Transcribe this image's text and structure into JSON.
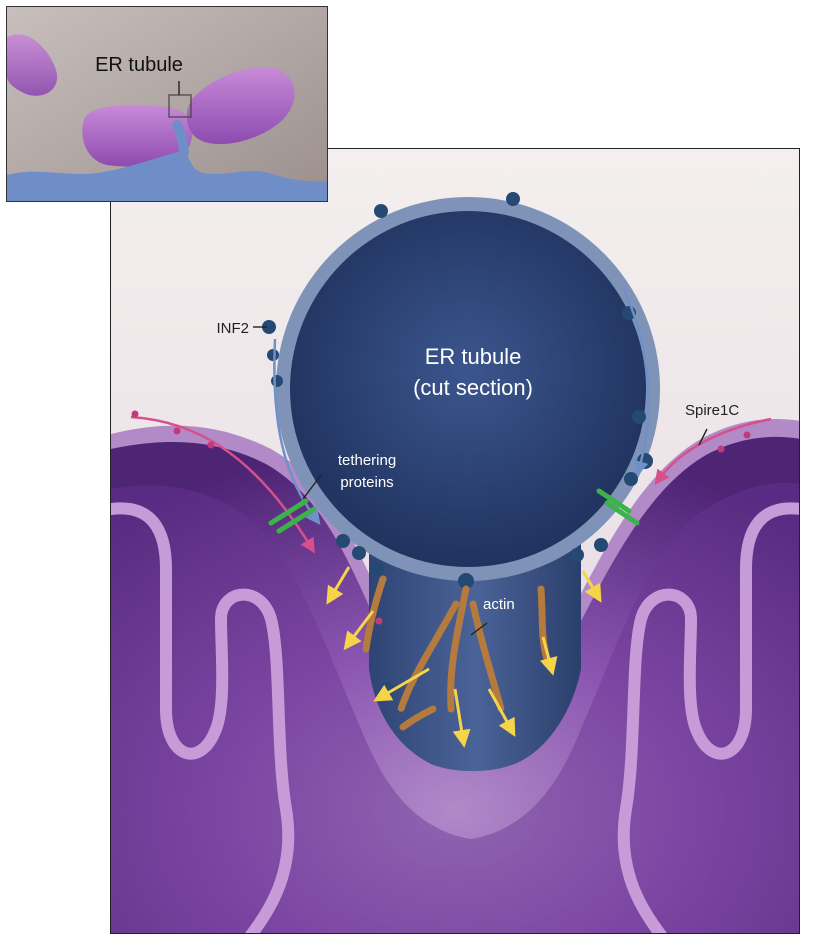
{
  "inset": {
    "label": "ER tubule"
  },
  "main": {
    "center_label_line1": "ER tubule",
    "center_label_line2": "(cut section)",
    "inf2_label": "INF2",
    "spire_label": "Spire1C",
    "tether_line1": "tethering",
    "tether_line2": "proteins",
    "actin_label": "actin"
  },
  "colors": {
    "mito_purple": "#7a3fa0",
    "membrane_lilac": "#b58cc8",
    "er_blue": "#3d5a8c",
    "tether_green": "#3bb34a",
    "arrow_yellow": "#f6d44a",
    "spire_pink": "#d6508c"
  }
}
